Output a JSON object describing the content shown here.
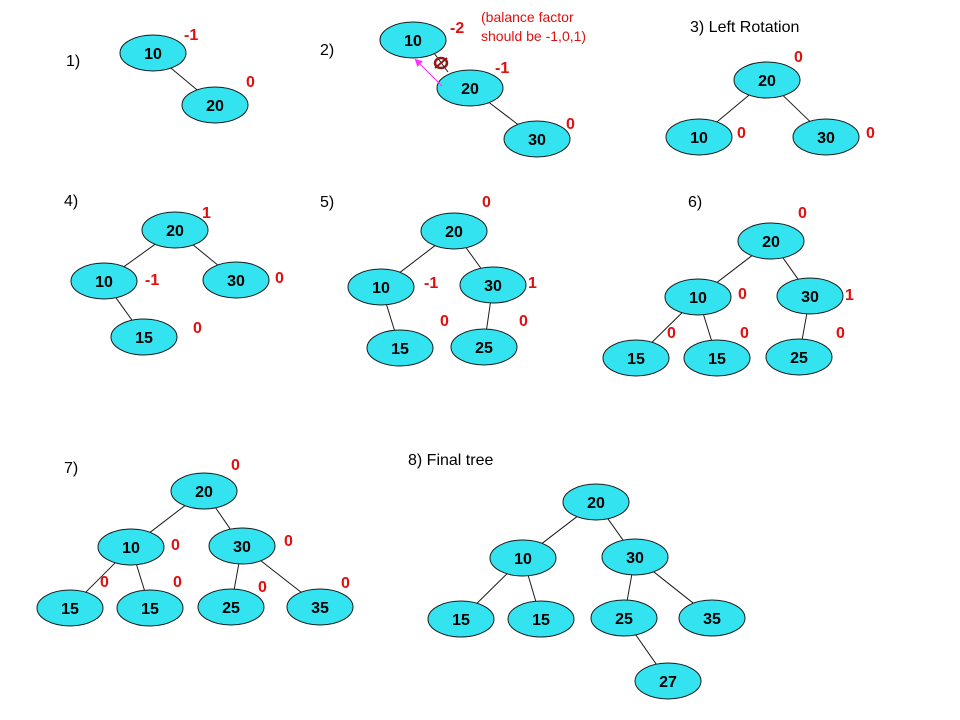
{
  "steps": [
    {
      "label": "1)",
      "nodes": [
        {
          "value": "10",
          "bf": "-1"
        },
        {
          "value": "20",
          "bf": "0"
        }
      ]
    },
    {
      "label": "2)",
      "note": [
        "(balance factor",
        "should be -1,0,1)"
      ],
      "nodes": [
        {
          "value": "10",
          "bf": "-2"
        },
        {
          "value": "20",
          "bf": "-1"
        },
        {
          "value": "30",
          "bf": "0"
        }
      ]
    },
    {
      "label": "3) Left Rotation",
      "nodes": [
        {
          "value": "20",
          "bf": "0"
        },
        {
          "value": "10",
          "bf": "0"
        },
        {
          "value": "30",
          "bf": "0"
        }
      ]
    },
    {
      "label": "4)",
      "nodes": [
        {
          "value": "20",
          "bf": "1"
        },
        {
          "value": "10",
          "bf": "-1"
        },
        {
          "value": "30",
          "bf": "0"
        },
        {
          "value": "15",
          "bf": "0"
        }
      ]
    },
    {
      "label": "5)",
      "nodes": [
        {
          "value": "20",
          "bf": "0"
        },
        {
          "value": "10",
          "bf": "-1"
        },
        {
          "value": "30",
          "bf": "1"
        },
        {
          "value": "15",
          "bf": "0"
        },
        {
          "value": "25",
          "bf": "0"
        }
      ]
    },
    {
      "label": "6)",
      "nodes": [
        {
          "value": "20",
          "bf": "0"
        },
        {
          "value": "10",
          "bf": "0"
        },
        {
          "value": "30",
          "bf": "1"
        },
        {
          "value": "15",
          "bf": "0"
        },
        {
          "value": "15",
          "bf": "0"
        },
        {
          "value": "25",
          "bf": "0"
        }
      ]
    },
    {
      "label": "7)",
      "nodes": [
        {
          "value": "20",
          "bf": "0"
        },
        {
          "value": "10",
          "bf": "0"
        },
        {
          "value": "30",
          "bf": "0"
        },
        {
          "value": "15",
          "bf": "0"
        },
        {
          "value": "15",
          "bf": "0"
        },
        {
          "value": "25",
          "bf": "0"
        },
        {
          "value": "35",
          "bf": "0"
        }
      ]
    },
    {
      "label": "8) Final tree",
      "nodes": [
        {
          "value": "20"
        },
        {
          "value": "10"
        },
        {
          "value": "30"
        },
        {
          "value": "15"
        },
        {
          "value": "15"
        },
        {
          "value": "25"
        },
        {
          "value": "35"
        },
        {
          "value": "27"
        }
      ]
    }
  ],
  "colors": {
    "node_fill": "#33e3f0",
    "balance_factor": "#e01010",
    "arrow": "#ff33ff"
  }
}
